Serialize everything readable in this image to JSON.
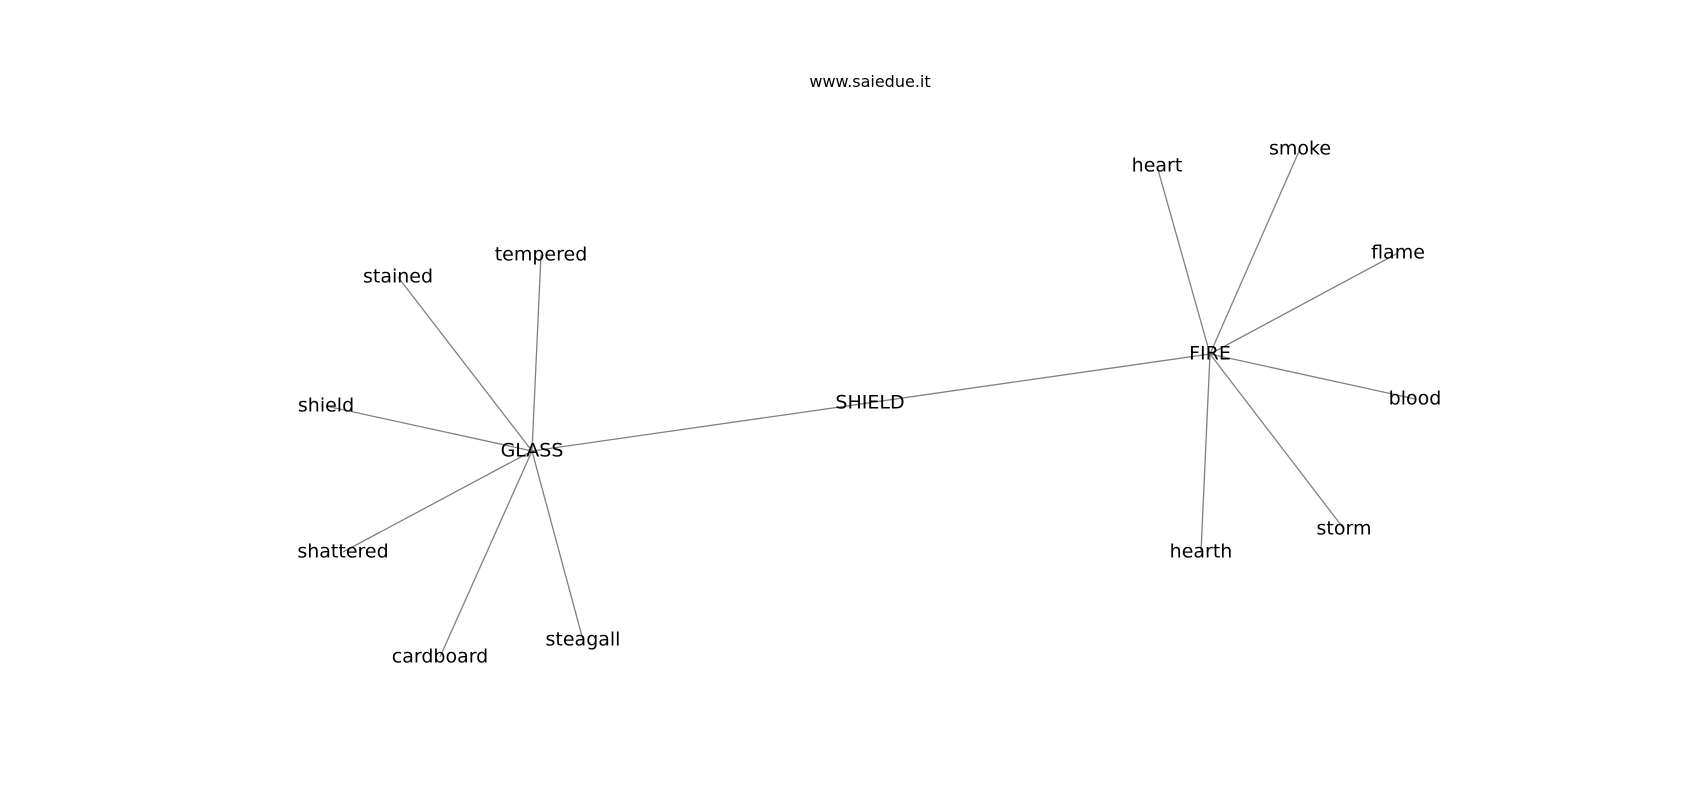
{
  "site_title": "www.saiedue.it",
  "colors": {
    "edge": "#808080",
    "text": "#000000",
    "background": "#ffffff"
  },
  "nodes": [
    {
      "id": "shield_hub",
      "label": "SHIELD"
    },
    {
      "id": "glass",
      "label": "GLASS"
    },
    {
      "id": "fire",
      "label": "FIRE"
    },
    {
      "id": "tempered",
      "label": "tempered"
    },
    {
      "id": "stained",
      "label": "stained"
    },
    {
      "id": "shield",
      "label": "shield"
    },
    {
      "id": "shattered",
      "label": "shattered"
    },
    {
      "id": "cardboard",
      "label": "cardboard"
    },
    {
      "id": "steagall",
      "label": "steagall"
    },
    {
      "id": "heart",
      "label": "heart"
    },
    {
      "id": "smoke",
      "label": "smoke"
    },
    {
      "id": "flame",
      "label": "flame"
    },
    {
      "id": "blood",
      "label": "blood"
    },
    {
      "id": "storm",
      "label": "storm"
    },
    {
      "id": "hearth",
      "label": "hearth"
    }
  ],
  "edges": [
    [
      "glass",
      "fire"
    ],
    [
      "glass",
      "tempered"
    ],
    [
      "glass",
      "stained"
    ],
    [
      "glass",
      "shield"
    ],
    [
      "glass",
      "shattered"
    ],
    [
      "glass",
      "cardboard"
    ],
    [
      "glass",
      "steagall"
    ],
    [
      "fire",
      "heart"
    ],
    [
      "fire",
      "smoke"
    ],
    [
      "fire",
      "flame"
    ],
    [
      "fire",
      "blood"
    ],
    [
      "fire",
      "storm"
    ],
    [
      "fire",
      "hearth"
    ]
  ]
}
